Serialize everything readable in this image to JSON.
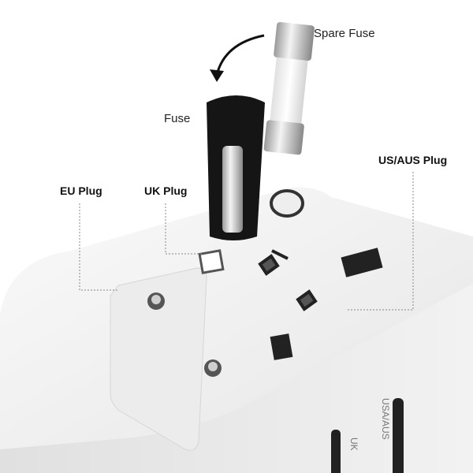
{
  "labels": {
    "spare_fuse": "Spare Fuse",
    "fuse": "Fuse",
    "us_aus_plug": "US/AUS Plug",
    "eu_plug": "EU Plug",
    "uk_plug": "UK Plug"
  },
  "side_markings": {
    "uk": "UK",
    "usa_aus": "USA/AUS"
  },
  "colors": {
    "body": "#f4f4f4",
    "fuse_holder": "#151515",
    "fuse_metal": "#c8c8c8",
    "leader_line": "#888888"
  }
}
